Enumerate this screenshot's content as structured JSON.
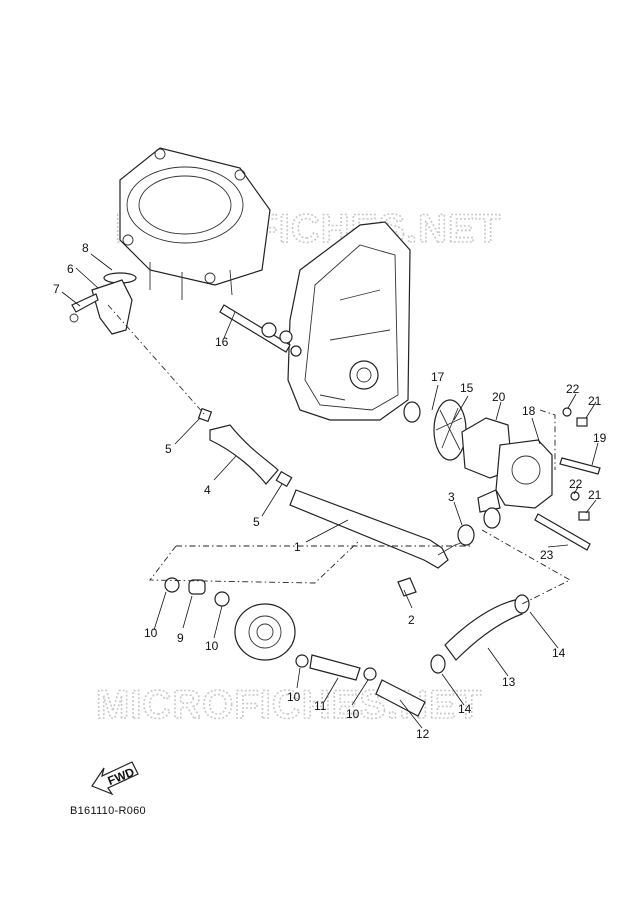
{
  "diagram": {
    "watermark": "MICROFICHES.NET",
    "drawing_code": "B161110-R060",
    "fwd_label": "FWD",
    "callouts": [
      "1",
      "2",
      "3",
      "4",
      "5",
      "5",
      "6",
      "7",
      "8",
      "9",
      "10",
      "10",
      "10",
      "10",
      "11",
      "12",
      "13",
      "14",
      "14",
      "15",
      "16",
      "17",
      "18",
      "19",
      "20",
      "21",
      "21",
      "22",
      "22",
      "23"
    ]
  }
}
